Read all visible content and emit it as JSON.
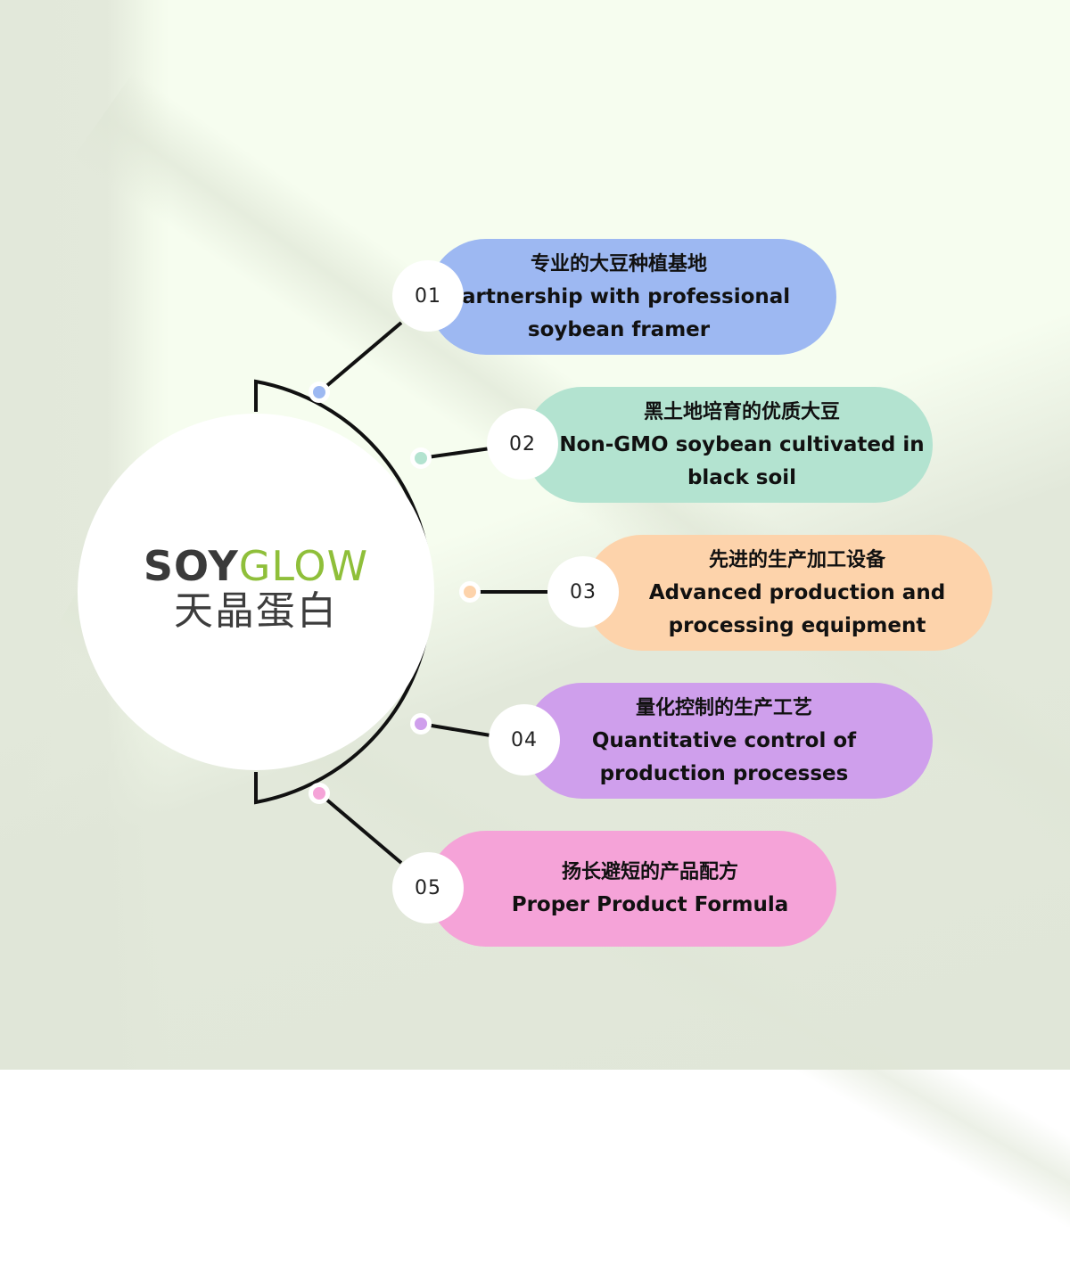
{
  "logo": {
    "brand_part1": "SOY",
    "brand_part2": "GLOW",
    "chinese_name": "天晶蛋白",
    "colors": {
      "soy": "#3a3a3a",
      "glow": "#8fbf3a"
    }
  },
  "items": [
    {
      "number": "01",
      "title_cn": "专业的大豆种植基地",
      "title_en_line1": "Partnership with professional",
      "title_en_line2": "soybean framer",
      "color": "#9db8f2"
    },
    {
      "number": "02",
      "title_cn": "黑土地培育的优质大豆",
      "title_en_line1": "Non-GMO soybean cultivated in",
      "title_en_line2": "black soil",
      "color": "#b3e3d0"
    },
    {
      "number": "03",
      "title_cn": "先进的生产加工设备",
      "title_en_line1": "Advanced production and",
      "title_en_line2": "processing equipment",
      "color": "#fdd3ab"
    },
    {
      "number": "04",
      "title_cn": "量化控制的生产工艺",
      "title_en_line1": "Quantitative control of",
      "title_en_line2": "production processes",
      "color": "#cf9fec"
    },
    {
      "number": "05",
      "title_cn": "扬长避短的产品配方",
      "title_en_line1": "Proper Product Formula",
      "title_en_line2": "",
      "color": "#f5a3d8"
    }
  ],
  "background_color": "#f6fdef"
}
